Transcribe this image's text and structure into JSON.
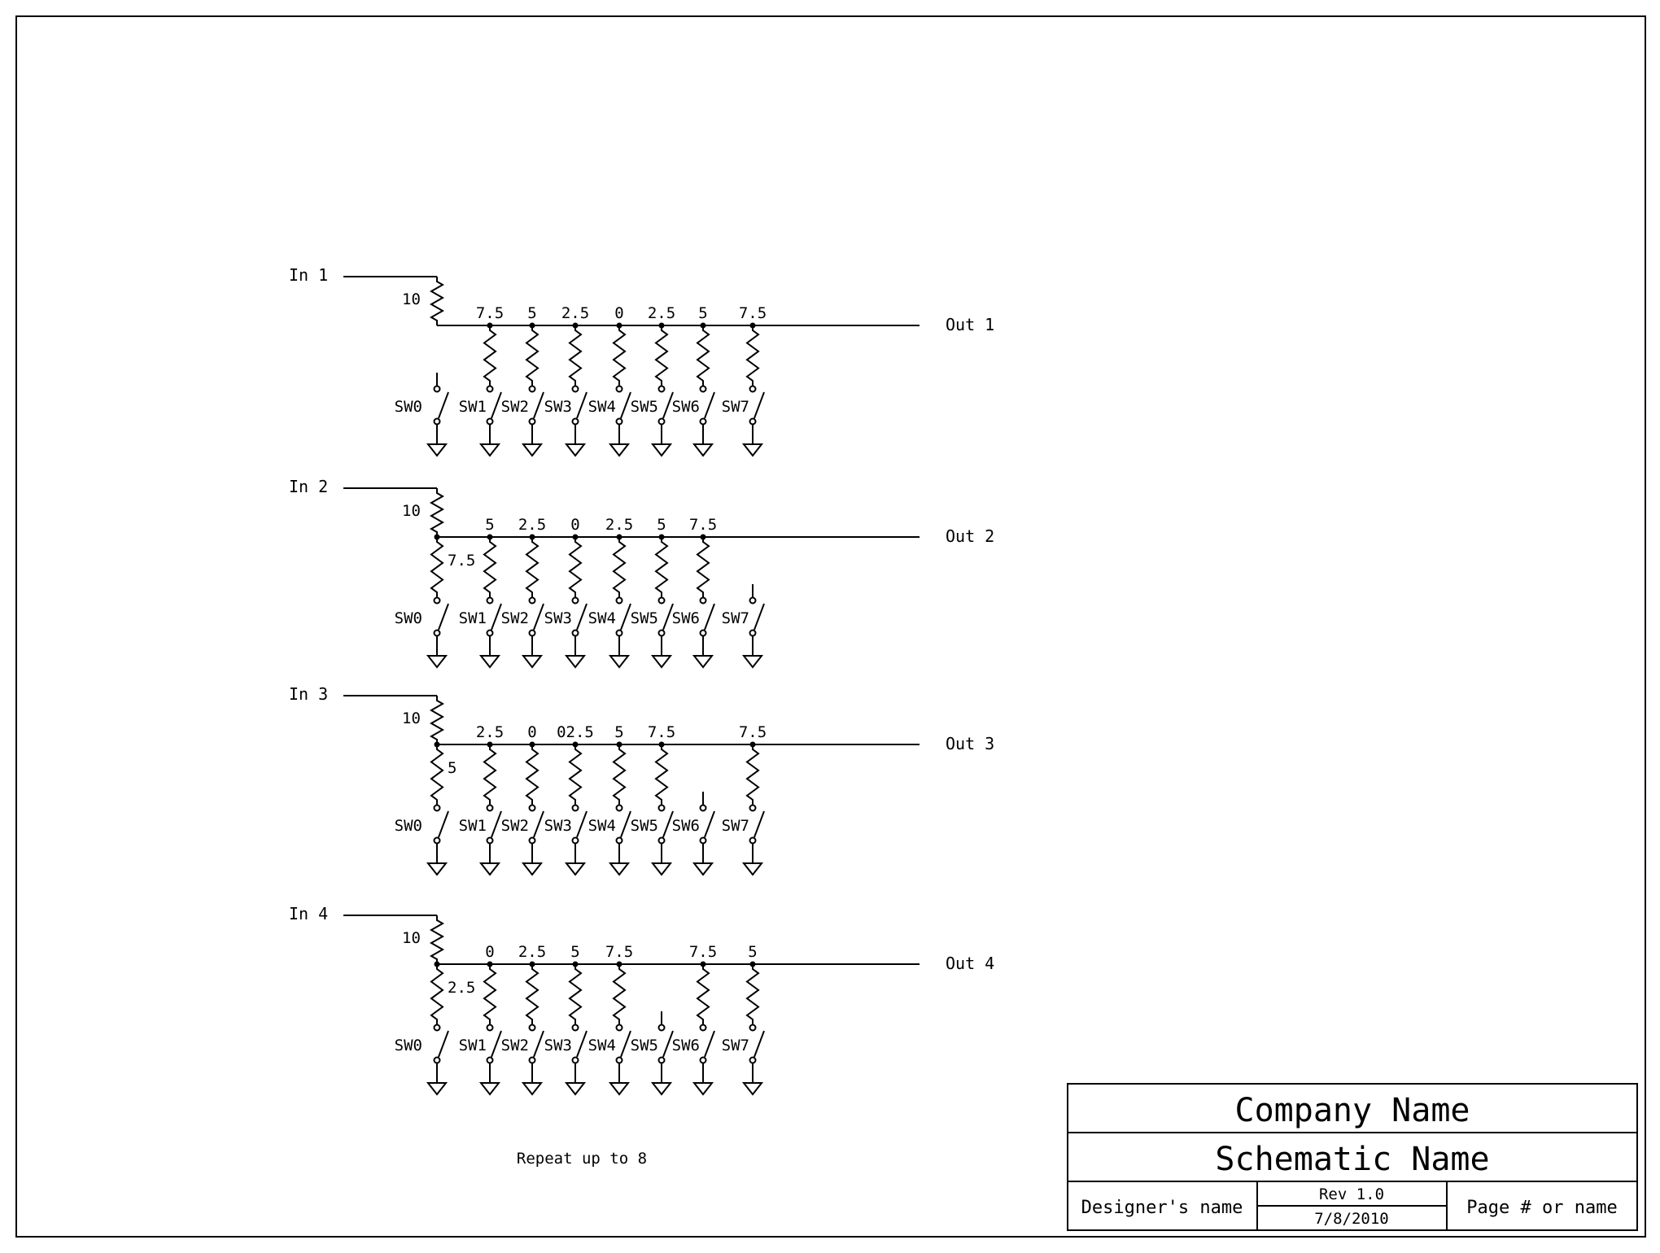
{
  "rows": [
    {
      "input": "In 1",
      "output": "Out 1",
      "series": "10",
      "sw0_resistor": null,
      "branches": [
        "7.5",
        "5",
        "2.5",
        "0",
        "2.5",
        "5",
        "7.5"
      ],
      "switch_labels": [
        "SW0",
        "SW1",
        "SW2",
        "SW3",
        "SW4",
        "SW5",
        "SW6",
        "SW7"
      ]
    },
    {
      "input": "In 2",
      "output": "Out 2",
      "series": "10",
      "sw0_resistor": "7.5",
      "branches": [
        "5",
        "2.5",
        "0",
        "2.5",
        "5",
        "7.5",
        null
      ],
      "switch_labels": [
        "SW0",
        "SW1",
        "SW2",
        "SW3",
        "SW4",
        "SW5",
        "SW6",
        "SW7"
      ]
    },
    {
      "input": "In 3",
      "output": "Out 3",
      "series": "10",
      "sw0_resistor": "5",
      "branches": [
        "2.5",
        "0",
        "02.5",
        "5",
        "7.5",
        null,
        "7.5"
      ],
      "switch_labels": [
        "SW0",
        "SW1",
        "SW2",
        "SW3",
        "SW4",
        "SW5",
        "SW6",
        "SW7"
      ]
    },
    {
      "input": "In 4",
      "output": "Out 4",
      "series": "10",
      "sw0_resistor": "2.5",
      "branches": [
        "0",
        "2.5",
        "5",
        "7.5",
        null,
        "7.5",
        "5"
      ],
      "switch_labels": [
        "SW0",
        "SW1",
        "SW2",
        "SW3",
        "SW4",
        "SW5",
        "SW6",
        "SW7"
      ]
    }
  ],
  "note": "Repeat up to 8",
  "title_block": {
    "company": "Company Name",
    "schematic": "Schematic Name",
    "designer": "Designer's name",
    "rev": "Rev 1.0",
    "date": "7/8/2010",
    "page": "Page # or name"
  }
}
